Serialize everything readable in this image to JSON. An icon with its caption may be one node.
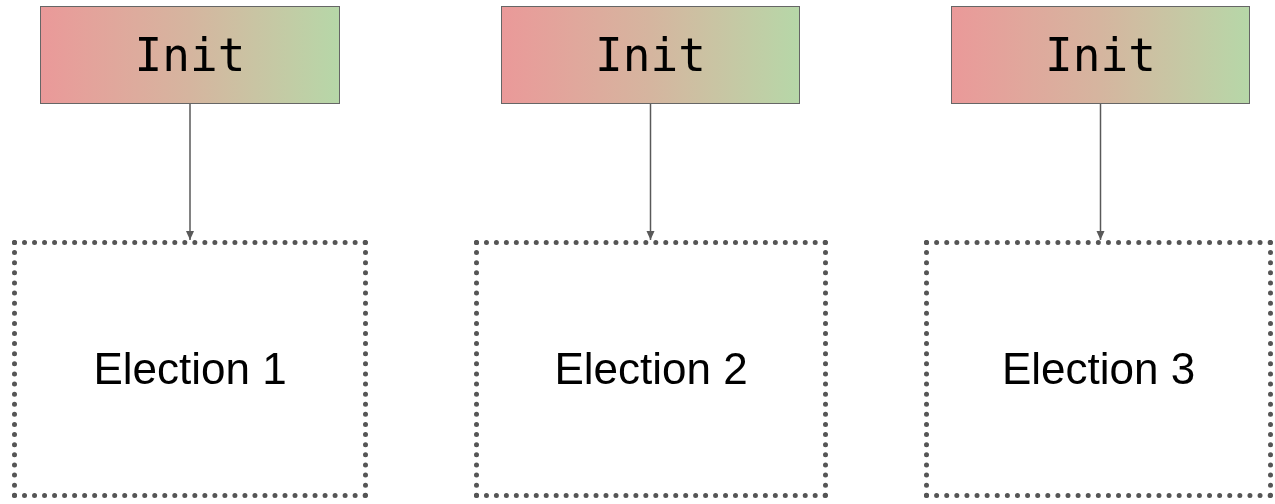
{
  "diagram": {
    "nodes": [
      {
        "text": [
          "Init"
        ]
      },
      {
        "text": [
          "Election 1"
        ]
      },
      {
        "text": [
          "Init"
        ]
      },
      {
        "text": [
          "Election 2"
        ]
      },
      {
        "text": [
          "Init"
        ]
      },
      {
        "text": [
          "Election 3"
        ]
      }
    ],
    "edges": [
      {
        "from": 0,
        "to": 1,
        "arrow": "to"
      },
      {
        "from": 2,
        "to": 3,
        "arrow": "to"
      },
      {
        "from": 4,
        "to": 5,
        "arrow": "to"
      }
    ]
  }
}
